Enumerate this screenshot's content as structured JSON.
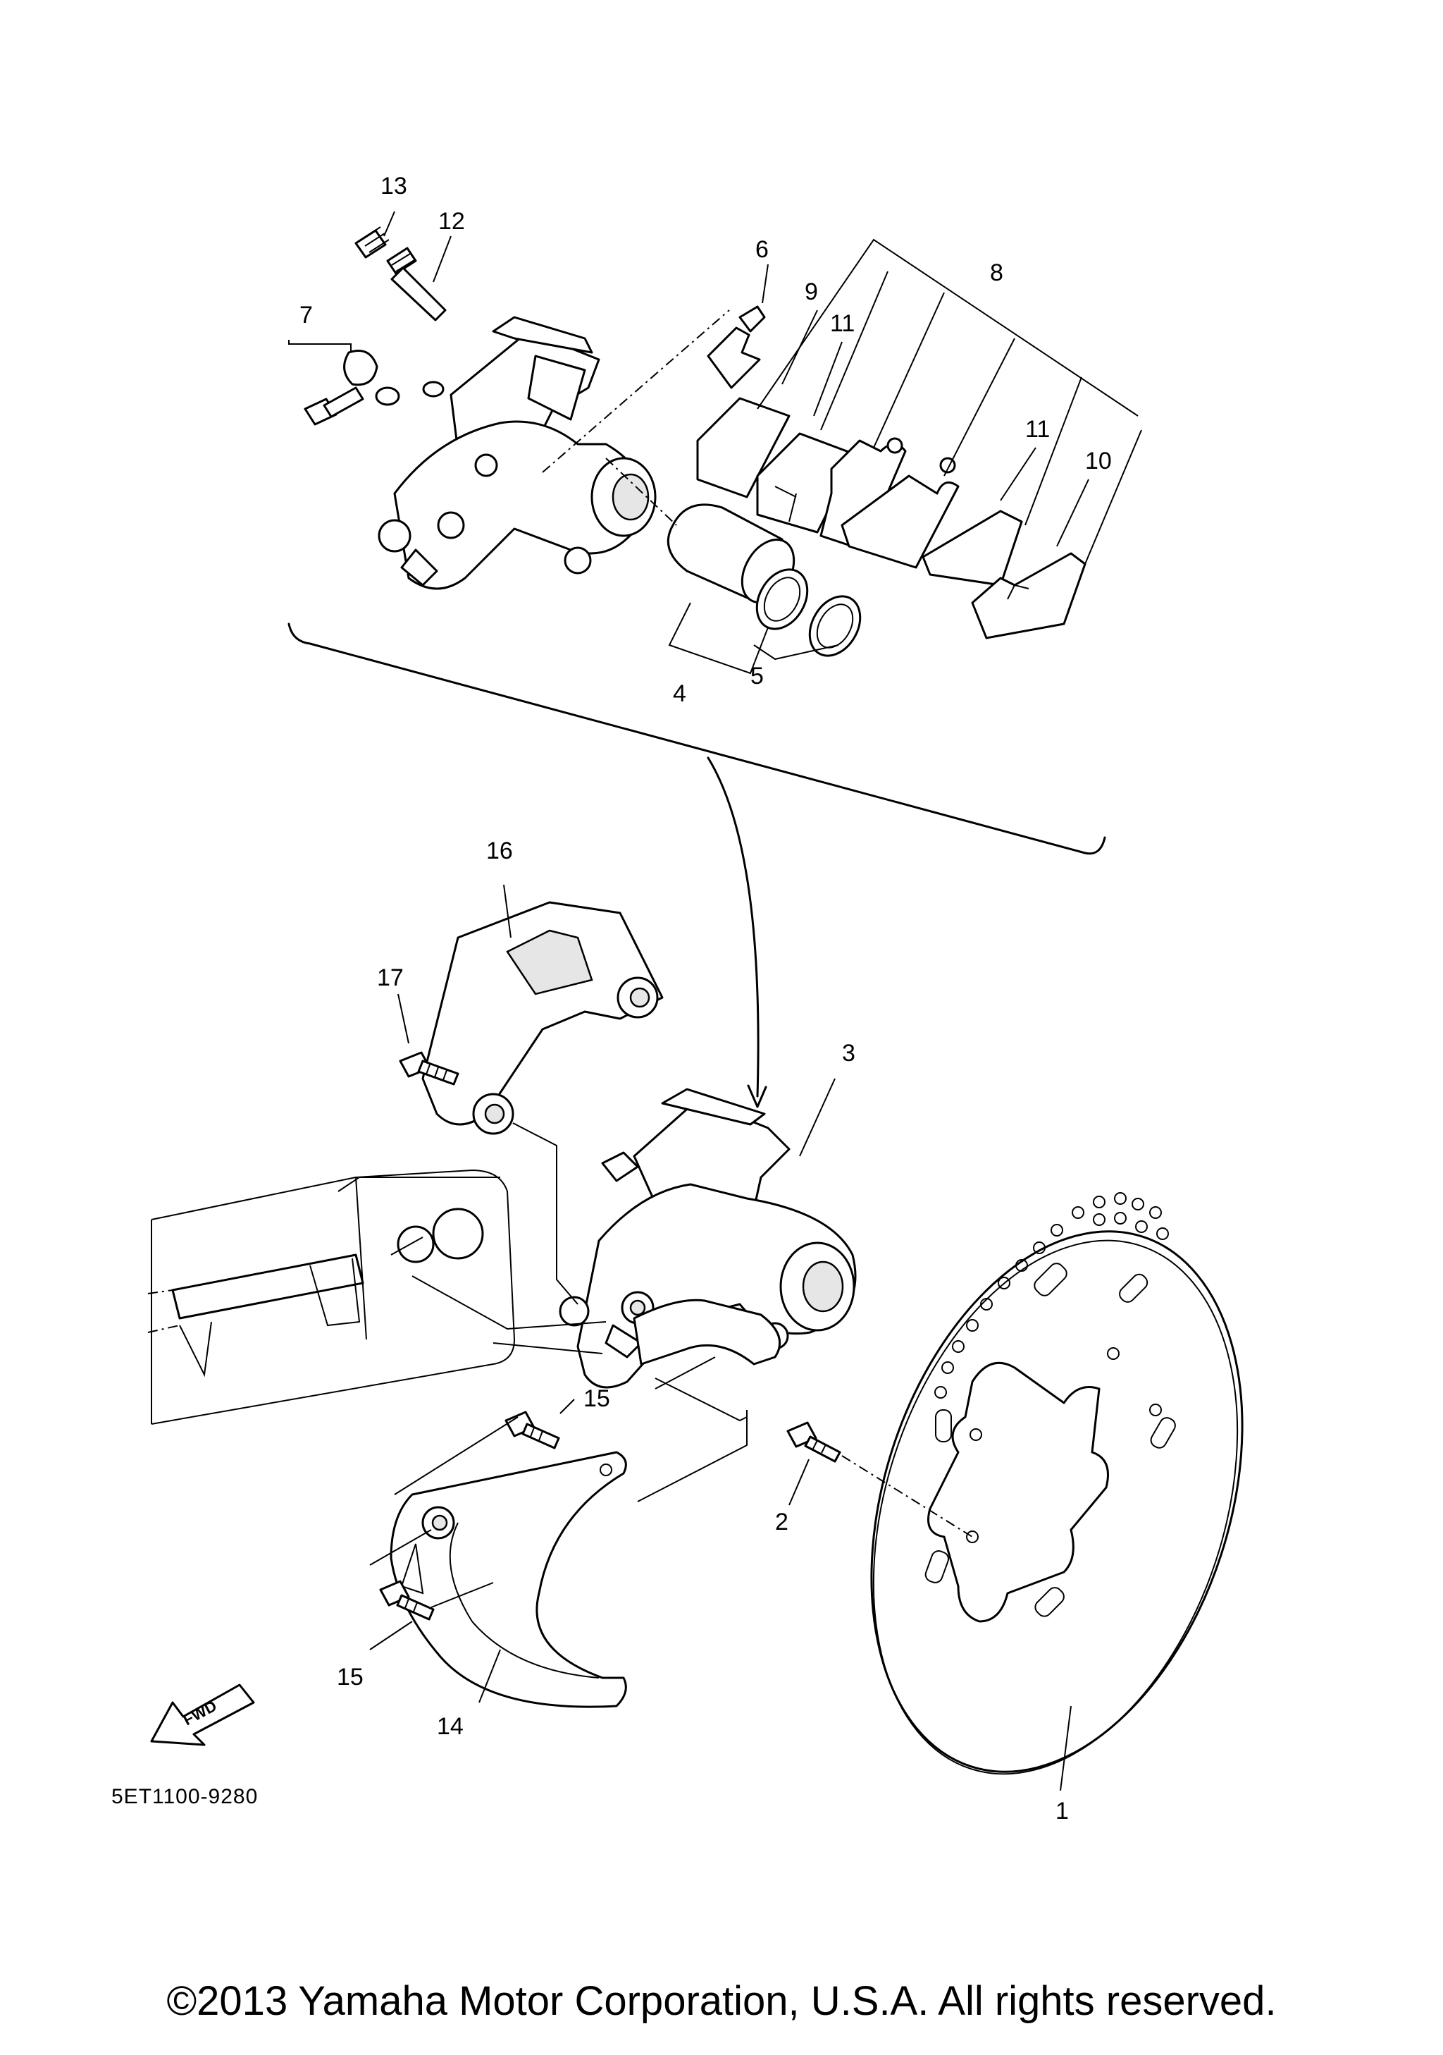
{
  "callouts": {
    "n1": "1",
    "n2": "2",
    "n3": "3",
    "n4": "4",
    "n5": "5",
    "n6": "6",
    "n7": "7",
    "n8": "8",
    "n9": "9",
    "n10": "10",
    "n11a": "11",
    "n11b": "11",
    "n12": "12",
    "n13": "13",
    "n14": "14",
    "n15a": "15",
    "n15b": "15",
    "n16": "16",
    "n17": "17"
  },
  "fwd_label": "FWD",
  "diagram_code": "5ET1100-9280",
  "copyright": "©2013 Yamaha Motor Corporation, U.S.A. All rights reserved."
}
